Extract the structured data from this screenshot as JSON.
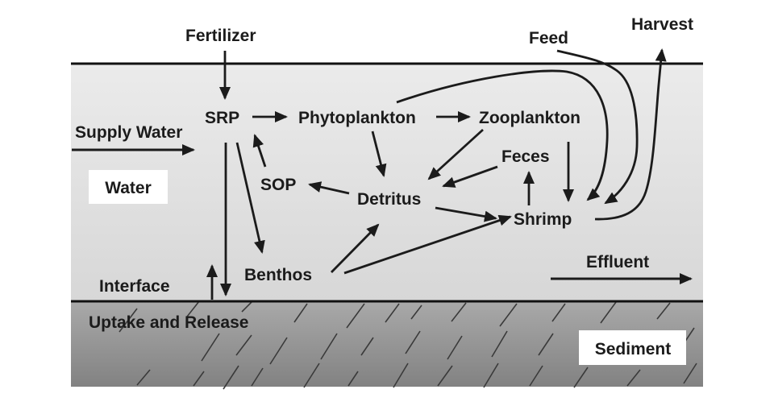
{
  "labels": {
    "fertilizer": "Fertilizer",
    "feed": "Feed",
    "harvest": "Harvest",
    "supply_water": "Supply Water",
    "water": "Water",
    "srp": "SRP",
    "phytoplankton": "Phytoplankton",
    "zooplankton": "Zooplankton",
    "sop": "SOP",
    "detritus": "Detritus",
    "feces": "Feces",
    "shrimp": "Shrimp",
    "benthos": "Benthos",
    "interface": "Interface",
    "effluent": "Effluent",
    "uptake_release": "Uptake and Release",
    "sediment": "Sediment"
  },
  "colors": {
    "ink": "#1b1b1b",
    "water_top": "#ebebeb",
    "water_bottom": "#d7d7d7",
    "sediment_top": "#a9a9a9",
    "sediment_bottom": "#828282",
    "label_box": "#ffffff"
  },
  "edges": [
    {
      "from": "Fertilizer",
      "to": "SRP"
    },
    {
      "from": "Supply Water",
      "to": "Water"
    },
    {
      "from": "SRP",
      "to": "Phytoplankton"
    },
    {
      "from": "Phytoplankton",
      "to": "Zooplankton"
    },
    {
      "from": "Phytoplankton",
      "to": "Detritus"
    },
    {
      "from": "Phytoplankton",
      "to": "Shrimp"
    },
    {
      "from": "Zooplankton",
      "to": "Detritus"
    },
    {
      "from": "Zooplankton",
      "to": "Shrimp"
    },
    {
      "from": "Feed",
      "to": "Shrimp"
    },
    {
      "from": "Shrimp",
      "to": "Harvest"
    },
    {
      "from": "Shrimp",
      "to": "Feces"
    },
    {
      "from": "Feces",
      "to": "Detritus"
    },
    {
      "from": "Detritus",
      "to": "SOP"
    },
    {
      "from": "SOP",
      "to": "SRP"
    },
    {
      "from": "SRP",
      "to": "Benthos"
    },
    {
      "from": "SRP",
      "to": "Sediment"
    },
    {
      "from": "Sediment",
      "to": "Water"
    },
    {
      "from": "Detritus",
      "to": "Shrimp"
    },
    {
      "from": "Benthos",
      "to": "Detritus"
    },
    {
      "from": "Benthos",
      "to": "Shrimp"
    },
    {
      "from": "Water",
      "to": "Effluent"
    }
  ]
}
